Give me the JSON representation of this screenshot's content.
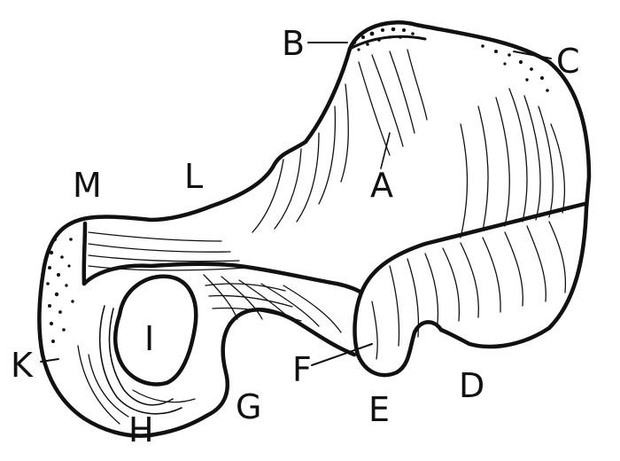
{
  "labels": {
    "A": "A",
    "B": "B",
    "C": "C",
    "D": "D",
    "E": "E",
    "F": "F",
    "G": "G",
    "H": "H",
    "I": "I",
    "K": "K",
    "L": "L",
    "M": "M"
  },
  "colors": {
    "ink": "#111111",
    "paper": "#ffffff"
  }
}
